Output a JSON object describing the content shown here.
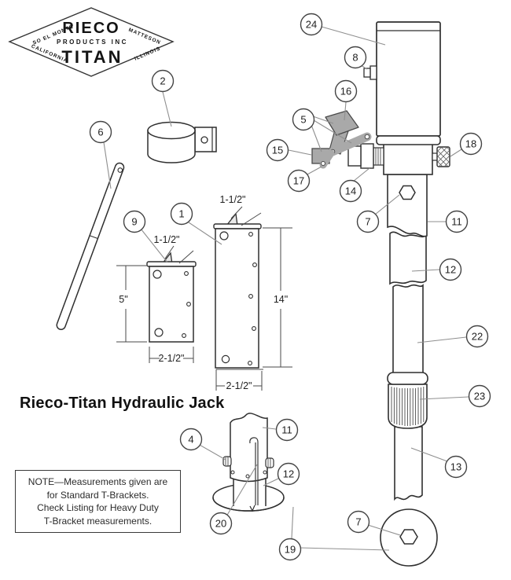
{
  "logo": {
    "brand_top": "RIECO",
    "brand_mid": "PRODUCTS INC",
    "brand_bottom": "TITAN",
    "corner_top_left": "SO EL MONTE",
    "corner_bottom_left": "CALIFORNIA",
    "corner_top_right": "MATTESON",
    "corner_bottom_right": "ILLINOIS"
  },
  "title": "Rieco-Titan Hydraulic Jack",
  "note": {
    "line1": "NOTE—Measurements given are",
    "line2": "for Standard T-Brackets.",
    "line3": "Check Listing for Heavy Duty",
    "line4": "T-Bracket measurements."
  },
  "dimensions": {
    "small_bracket_height": "5\"",
    "small_bracket_width": "2-1/2\"",
    "small_bracket_flange": "1-1/2\"",
    "large_bracket_height": "14\"",
    "large_bracket_width": "2-1/2\"",
    "large_bracket_flange": "1-1/2\""
  },
  "callouts": {
    "c1": "1",
    "c2": "2",
    "c4": "4",
    "c5": "5",
    "c6": "6",
    "c7": "7",
    "c8": "8",
    "c9": "9",
    "c11": "11",
    "c12": "12",
    "c13": "13",
    "c14": "14",
    "c15": "15",
    "c16": "16",
    "c17": "17",
    "c18": "18",
    "c19": "19",
    "c20": "20",
    "c22": "22",
    "c23": "23",
    "c24": "24"
  },
  "colors": {
    "line": "#2f2f2f",
    "leader": "#8f8f8f",
    "gray_part": "#a9a9a9",
    "background": "#ffffff"
  }
}
